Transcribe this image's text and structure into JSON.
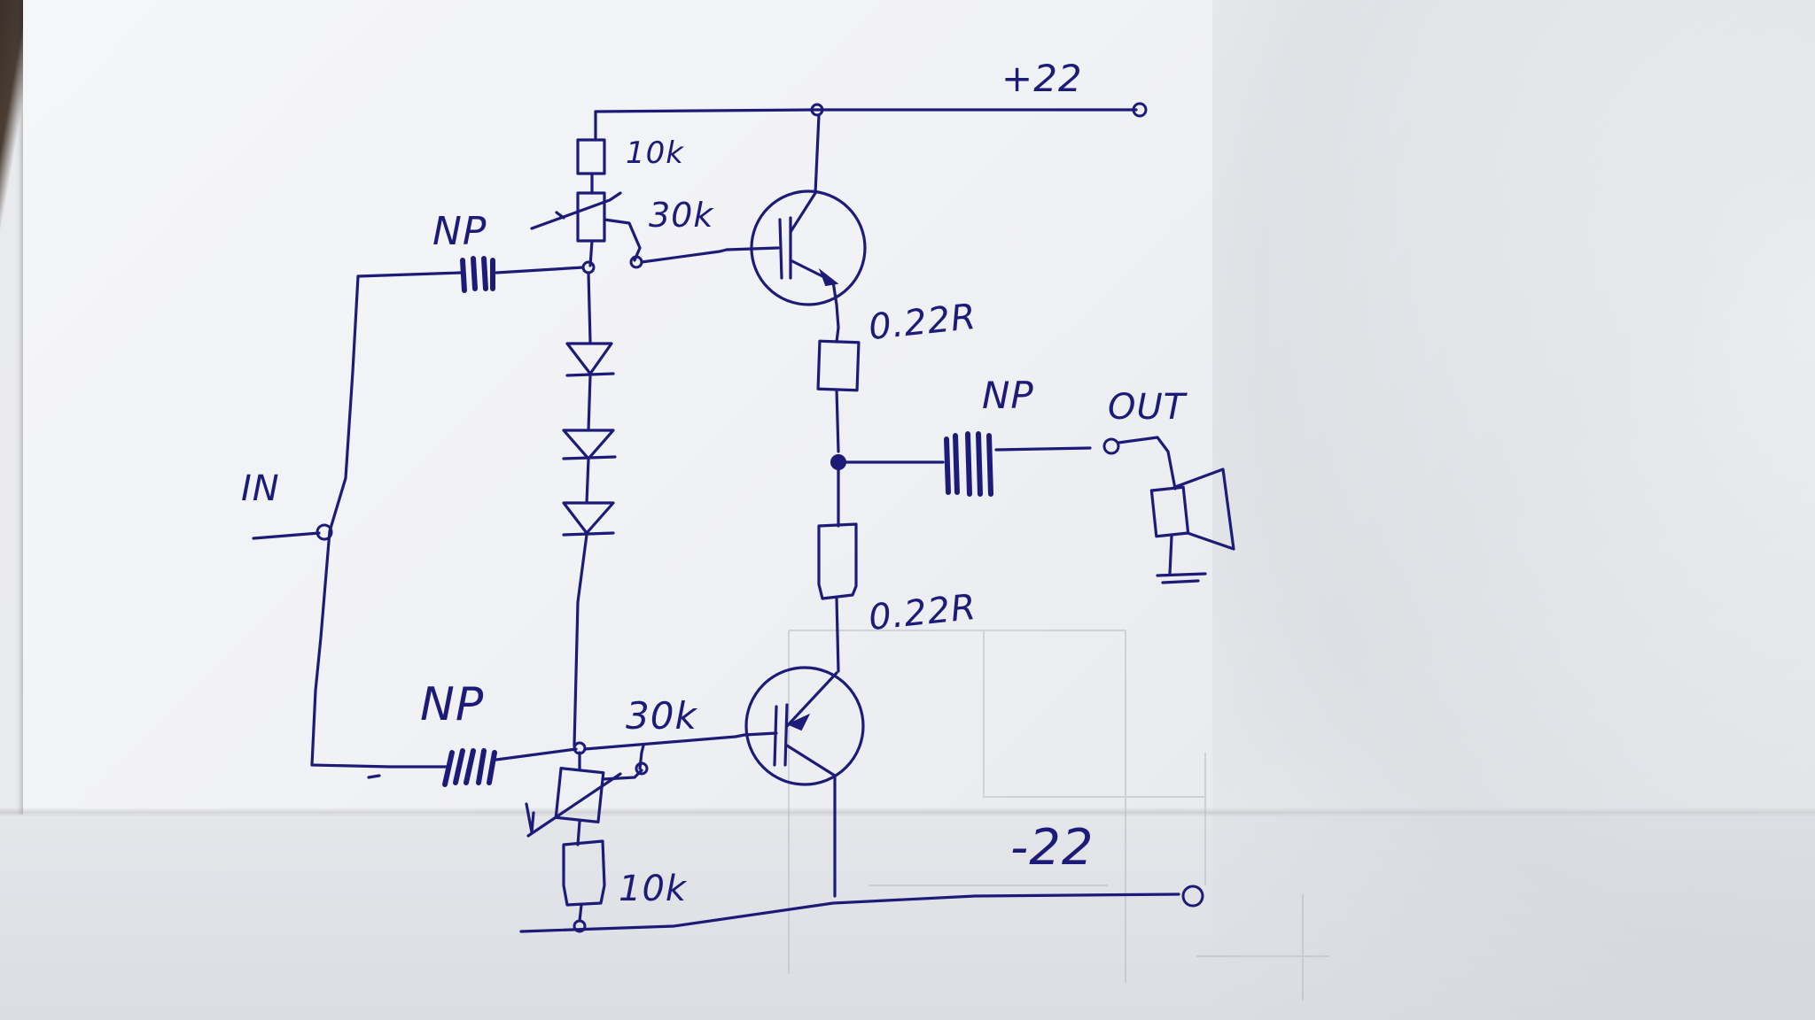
{
  "labels": {
    "supply_positive": "+22",
    "supply_negative": "-22",
    "input": "IN",
    "output": "OUT",
    "cap_input_top": "NP",
    "cap_input_bottom": "NP",
    "cap_output": "NP",
    "resistor_top_fixed": "10k",
    "resistor_top_trim": "30k",
    "resistor_bottom_trim": "30k",
    "resistor_bottom_fixed": "10k",
    "emitter_resistor_top": "0.22R",
    "emitter_resistor_bottom": "0.22R"
  },
  "colors": {
    "ink": "#1c1c78",
    "paper": "#f2f3f6"
  },
  "components": {
    "transistors": [
      "npn-top",
      "pnp-bottom"
    ],
    "diodes": 3,
    "speaker": "speaker-icon"
  }
}
